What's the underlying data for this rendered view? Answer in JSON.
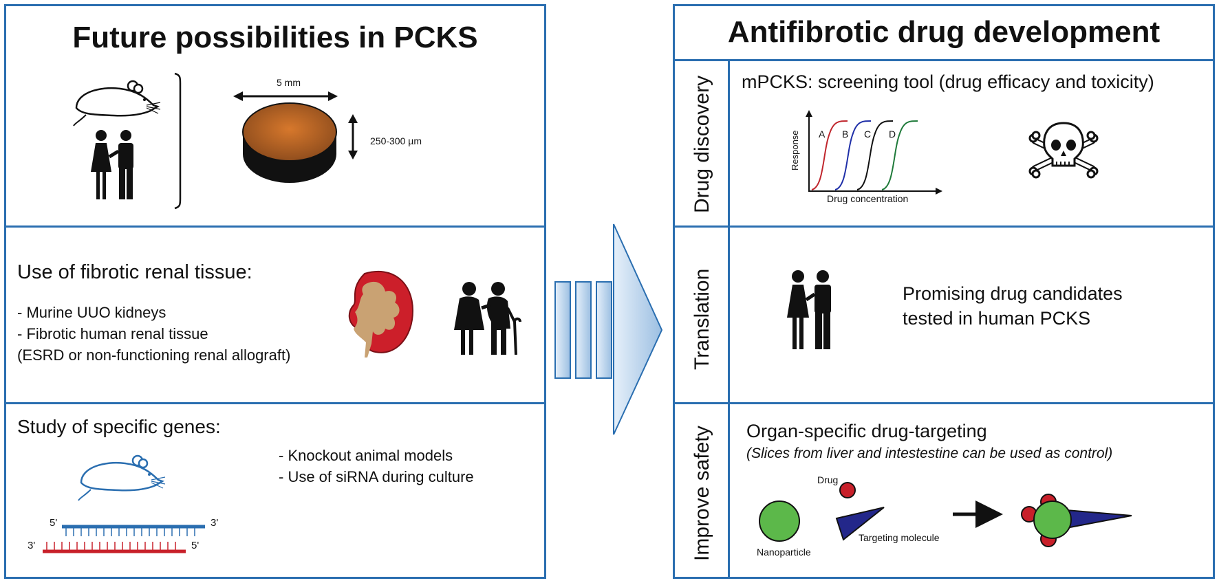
{
  "left_panel": {
    "title": "Future possibilities in PCKS",
    "slice": {
      "width_label": "5 mm",
      "thickness_label": "250-300 µm"
    },
    "fibrotic": {
      "heading": "Use of fibrotic renal tissue:",
      "items": [
        "- Murine UUO kidneys",
        "- Fibrotic human renal tissue",
        "(ESRD or non-functioning renal allograft)"
      ]
    },
    "genes": {
      "heading": "Study of specific genes:",
      "items": [
        "- Knockout animal models",
        "- Use of siRNA during culture"
      ],
      "strand_labels": {
        "top_left": "5'",
        "top_right": "3'",
        "bottom_left": "3'",
        "bottom_right": "5'"
      }
    }
  },
  "right_panel": {
    "title": "Antifibrotic drug development",
    "discovery": {
      "side_label": "Drug discovery",
      "heading": "mPCKS: screening tool (drug efficacy and toxicity)",
      "curve_labels": [
        "A",
        "B",
        "C",
        "D"
      ],
      "y_axis": "Response",
      "x_axis": "Drug concentration"
    },
    "translation": {
      "side_label": "Translation",
      "text_line1": "Promising drug candidates",
      "text_line2": "tested in human PCKS"
    },
    "safety": {
      "side_label": "Improve safety",
      "heading": "Organ-specific drug-targeting",
      "subheading": "(Slices from liver and intestestine can be used as control)",
      "drug_label": "Drug",
      "nanoparticle_label": "Nanoparticle",
      "targeting_label": "Targeting molecule"
    }
  },
  "colors": {
    "border": "#2a6eb0",
    "curve_a": "#c0262d",
    "curve_b": "#1f2fa8",
    "curve_c": "#111111",
    "curve_d": "#1f7a3a",
    "nanoparticle": "#5cb84a",
    "drug": "#c8202a",
    "targeting": "#23278a",
    "mouse_blue": "#2a6eb0",
    "strand_blue": "#2a6eb0",
    "strand_red": "#c8202a"
  }
}
